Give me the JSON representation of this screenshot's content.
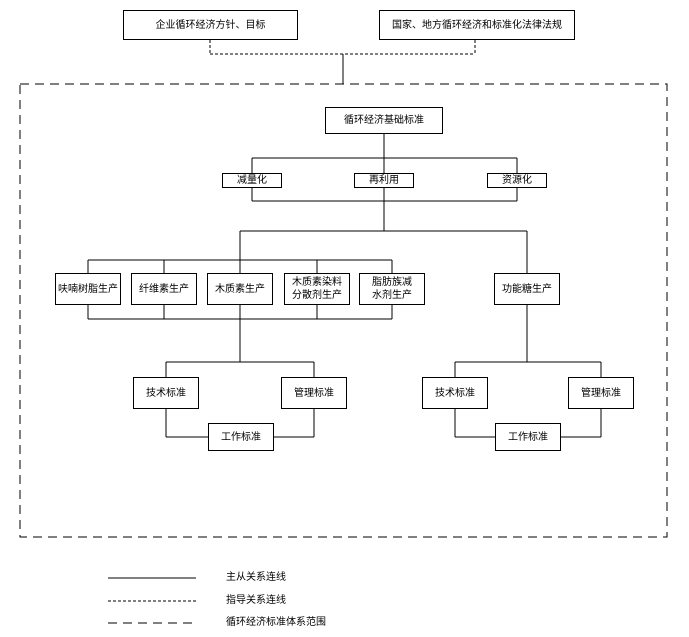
{
  "top": {
    "enterprise_policy": "企业循环经济方针、目标",
    "national_laws": "国家、地方循环经济和标准化法律法规"
  },
  "foundation": "循环经济基础标准",
  "principles": [
    "减量化",
    "再利用",
    "资源化"
  ],
  "products": [
    "呋喃树脂生产",
    "纤维素生产",
    "木质素生产",
    "木质素染料\n分散剂生产",
    "脂肪族减\n水剂生产"
  ],
  "functional_sugar": "功能糖生产",
  "left_standards": {
    "technical": "技术标准",
    "management": "管理标准",
    "work": "工作标准"
  },
  "right_standards": {
    "technical": "技术标准",
    "management": "管理标准",
    "work": "工作标准"
  },
  "legend": {
    "solid": "主从关系连线",
    "dotted": "指导关系连线",
    "dashed": "循环经济标准体系范围"
  }
}
